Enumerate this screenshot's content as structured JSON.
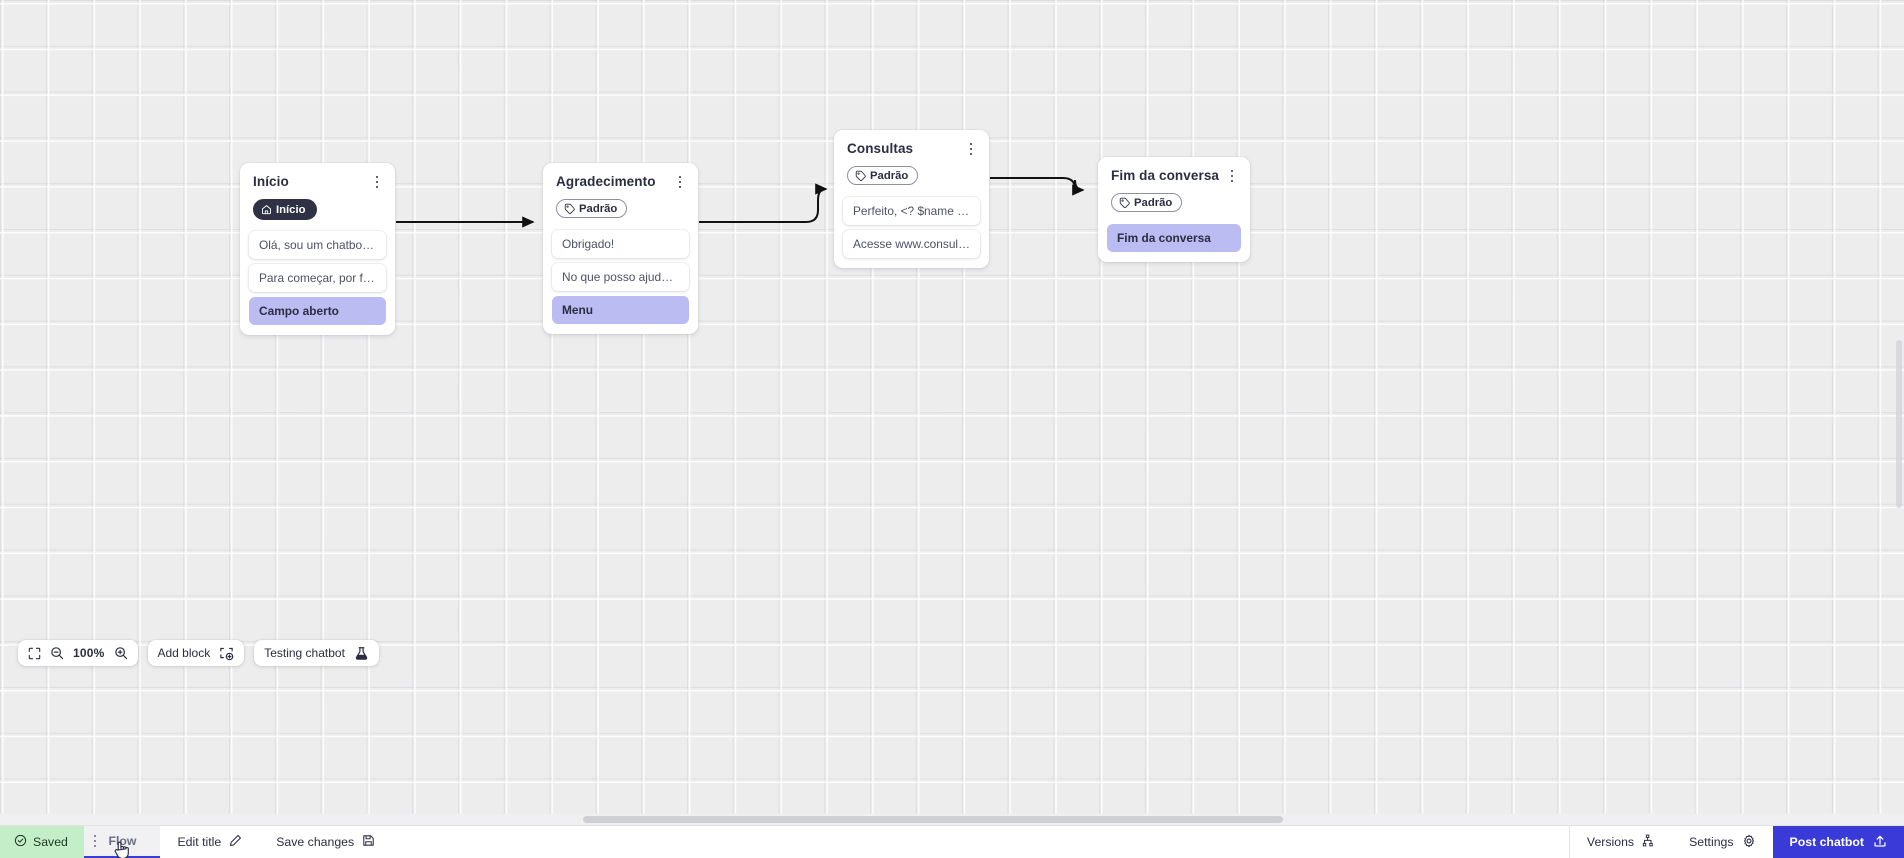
{
  "canvas": {
    "nodes": [
      {
        "id": "inicio",
        "title": "Início",
        "tag": {
          "label": "Início",
          "style": "dark",
          "icon": "home-icon"
        },
        "blocks": [
          {
            "text": "Olá, sou um chatbot de teste!",
            "style": "plain"
          },
          {
            "text": "Para começar, por favor digite o ...",
            "style": "plain"
          },
          {
            "text": "Campo aberto",
            "style": "accent"
          }
        ]
      },
      {
        "id": "agradecimento",
        "title": "Agradecimento",
        "tag": {
          "label": "Padrão",
          "style": "outline",
          "icon": "tag-icon"
        },
        "blocks": [
          {
            "text": "Obrigado!",
            "style": "plain"
          },
          {
            "text": "No que posso ajudar, <? $name ...",
            "style": "plain"
          },
          {
            "text": "Menu",
            "style": "accent"
          }
        ]
      },
      {
        "id": "consultas",
        "title": "Consultas",
        "tag": {
          "label": "Padrão",
          "style": "outline",
          "icon": "tag-icon"
        },
        "blocks": [
          {
            "text": "Perfeito, <? $name ?>!",
            "style": "plain"
          },
          {
            "text": "Acesse www.consultas.com par...",
            "style": "plain"
          }
        ]
      },
      {
        "id": "fim",
        "title": "Fim da conversa",
        "tag": {
          "label": "Padrão",
          "style": "outline",
          "icon": "tag-icon"
        },
        "blocks": [
          {
            "text": "Fim da conversa",
            "style": "accent"
          }
        ]
      }
    ],
    "edges": [
      {
        "from": "inicio",
        "to": "agradecimento"
      },
      {
        "from": "agradecimento",
        "to": "consultas"
      },
      {
        "from": "consultas",
        "to": "fim"
      }
    ]
  },
  "toolbar": {
    "fit_icon": "fit-screen-icon",
    "zoom_out_icon": "zoom-out-icon",
    "zoom_level": "100%",
    "zoom_in_icon": "zoom-in-icon",
    "add_block_label": "Add block",
    "add_block_icon": "add-block-icon",
    "testing_label": "Testing chatbot",
    "testing_icon": "flask-icon"
  },
  "bottom_bar": {
    "saved_label": "Saved",
    "saved_icon": "check-circle-icon",
    "saved_bg": "#c4eec7",
    "flow_label": "Flow",
    "flow_handle_icon": "drag-dots-icon",
    "edit_title_label": "Edit title",
    "edit_title_icon": "pencil-icon",
    "save_changes_label": "Save changes",
    "save_changes_icon": "floppy-disk-icon",
    "versions_label": "Versions",
    "versions_icon": "branch-icon",
    "settings_label": "Settings",
    "settings_icon": "gear-icon",
    "post_label": "Post chatbot",
    "post_icon": "upload-icon",
    "post_bg": "#3a3ad9"
  },
  "colors": {
    "canvas_bg": "#ededee",
    "accent_block": "#bbbcf2",
    "node_title": "#2b2d42",
    "tab_underline": "#3b3bd6"
  }
}
